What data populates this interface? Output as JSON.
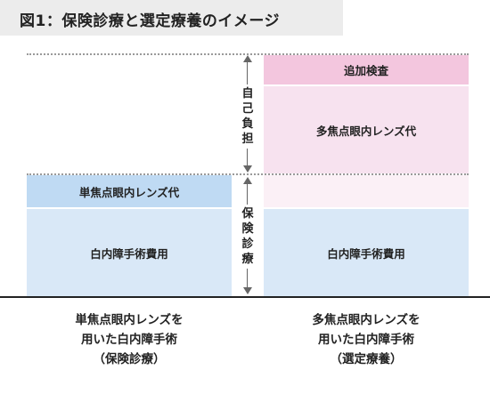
{
  "title": "図1：保険診療と選定療養のイメージ",
  "colors": {
    "blue_dark": "#bfdaf3",
    "blue_light": "#d9e8f7",
    "pink_dark": "#f3c6de",
    "pink_light": "#f7e2ef",
    "pink_faint": "#fbf0f6"
  },
  "left_column": {
    "top_label": "単焦点眼内レンズ代",
    "bottom_label": "白内障手術費用",
    "caption": [
      "単焦点眼内レンズを",
      "用いた白内障手術",
      "（保険診療）"
    ]
  },
  "right_column": {
    "top_label": "追加検査",
    "middle_label": "多焦点眼内レンズ代",
    "bottom_label": "白内障手術費用",
    "caption": [
      "多焦点眼内レンズを",
      "用いた白内障手術",
      "（選定療養）"
    ]
  },
  "brackets": {
    "upper": [
      "自",
      "己",
      "負",
      "担"
    ],
    "lower": [
      "保",
      "険",
      "診",
      "療"
    ]
  }
}
